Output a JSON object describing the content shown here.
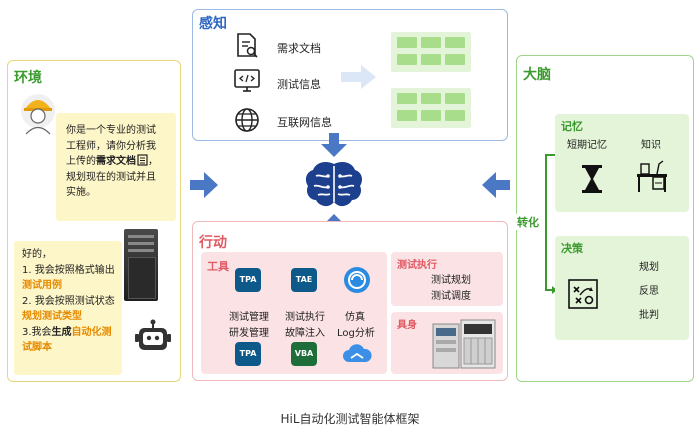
{
  "perception": {
    "title": "感知",
    "items": [
      "需求文档",
      "测试信息",
      "互联网信息"
    ]
  },
  "environment": {
    "title": "环境",
    "bubble1": {
      "line1": "你是一个专业的测试",
      "line2": "工程师，请你分析我",
      "line3_pre": "上传的",
      "line3_bold": "需求文档",
      "line3_post": "，",
      "line4": "规划现在的测试并且",
      "line5": "实施。"
    },
    "bubble2": {
      "line1": "好的，",
      "line2": "1. 我会按照格式输出",
      "line3": "测试用例",
      "line4": "2. 我会按照测试状态",
      "line5": "规划测试类型",
      "line6_pre": "3.我会",
      "line6_bold": "生成",
      "line6_hl": "自动化测",
      "line7": "试脚本"
    }
  },
  "brain": {
    "title": "大脑",
    "transform_label": "转化",
    "memory": {
      "title": "记忆",
      "short_term": "短期记忆",
      "knowledge": "知识"
    },
    "decision": {
      "title": "决策",
      "items": [
        "规划",
        "反思",
        "批判"
      ]
    }
  },
  "action": {
    "title": "行动",
    "tools": {
      "title": "工具",
      "icons": [
        "TPA",
        "TAE",
        "TPA",
        "VBA"
      ],
      "labels": [
        "测试管理",
        "测试执行",
        "仿真",
        "研发管理",
        "故障注入",
        "Log分析"
      ]
    },
    "test_exec": {
      "title": "测试执行",
      "items": [
        "测试规划",
        "测试调度"
      ]
    },
    "embodiment": {
      "title": "具身"
    }
  },
  "caption": "HiL自动化测试智能体框架",
  "colors": {
    "blue_border": "#9bbbe6",
    "yellow_border": "#ead67a",
    "green_border": "#9fd58a",
    "red_border": "#f2b9bd",
    "accent_blue": "#2f67c5",
    "accent_green": "#3a9a2e",
    "accent_red": "#e05a63",
    "accent_orange": "#e68a00"
  }
}
